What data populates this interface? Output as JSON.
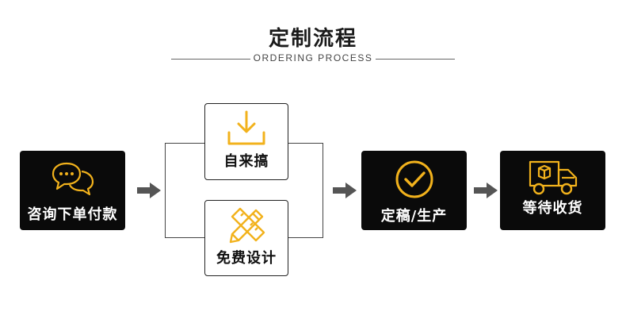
{
  "header": {
    "title": "定制流程",
    "subtitle": "ORDERING PROCESS"
  },
  "steps": [
    {
      "label": "咨询下单付款",
      "icon": "chat-bubbles-icon"
    },
    {
      "label": "自来搞",
      "icon": "download-icon"
    },
    {
      "label": "免费设计",
      "icon": "pencil-ruler-icon"
    },
    {
      "label": "定稿/生产",
      "icon": "check-circle-icon"
    },
    {
      "label": "等待收货",
      "icon": "delivery-truck-icon"
    }
  ],
  "colors": {
    "accent": "#f2b21c",
    "dark_box": "#0a0a0a",
    "arrow": "#555555"
  }
}
